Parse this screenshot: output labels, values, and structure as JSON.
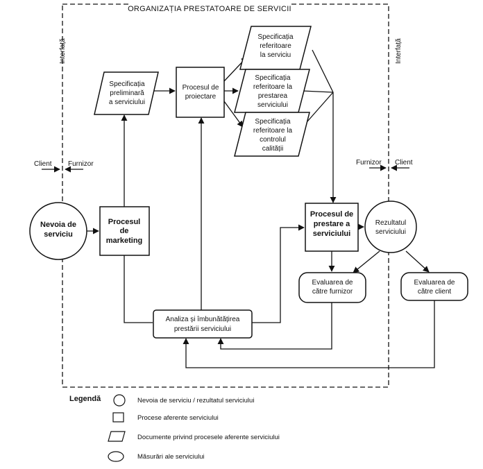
{
  "title": "ORGANIZAȚIA PRESTATOARE DE SERVICII",
  "interface_left": "Interfață",
  "interface_right": "Interfață",
  "roles": {
    "client_left": "Client",
    "furnizor_left": "Furnizor",
    "furnizor_right": "Furnizor",
    "client_right": "Client"
  },
  "nodes": {
    "nevoia": [
      "Nevoia de",
      "serviciu"
    ],
    "marketing": [
      "Procesul",
      "de",
      "marketing"
    ],
    "spec_preliminara": [
      "Specificația",
      "preliminară",
      "a serviciului"
    ],
    "proiectare": [
      "Procesul de",
      "proiectare"
    ],
    "spec_serviciu": [
      "Specificația",
      "referitoare",
      "la serviciu"
    ],
    "spec_prestare": [
      "Specificația",
      "referitoare la",
      "prestarea",
      "serviciului"
    ],
    "spec_control": [
      "Specificația",
      "referitoare la",
      "controlul",
      "calității"
    ],
    "prestare": [
      "Procesul de",
      "prestare a",
      "serviciului"
    ],
    "rezultatul": [
      "Rezultatul",
      "serviciului"
    ],
    "eval_furnizor": [
      "Evaluarea de",
      "către furnizor"
    ],
    "eval_client": [
      "Evaluarea de",
      "către client"
    ],
    "analiza": [
      "Analiza și îmbunătățirea",
      "prestării serviciului"
    ]
  },
  "legend": {
    "title": "Legendă",
    "items": [
      "Nevoia de serviciu / rezultatul serviciului",
      "Procese aferente serviciului",
      "Documente privind procesele aferente serviciului",
      "Măsurări ale serviciului"
    ]
  }
}
